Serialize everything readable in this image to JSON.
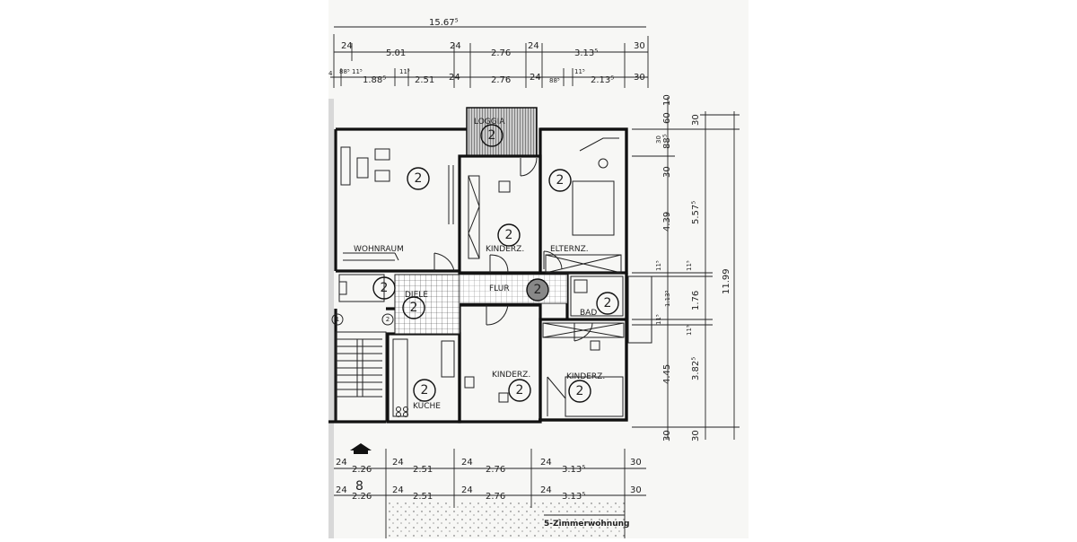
{
  "plan": {
    "title": "5-Zimmerwohnung",
    "staircase_number": "8",
    "unit_number": "2",
    "stair_marker_left": "1",
    "stair_marker_right": "2"
  },
  "rooms": [
    {
      "id": "wohnraum",
      "label": "WOHNRAUM",
      "number": "2"
    },
    {
      "id": "loggia",
      "label": "LOGGIA",
      "number": "2"
    },
    {
      "id": "kinderz-1",
      "label": "KINDERZ.",
      "number": "2"
    },
    {
      "id": "elternz",
      "label": "ELTERNZ.",
      "number": "2"
    },
    {
      "id": "flur",
      "label": "FLUR",
      "number": "2"
    },
    {
      "id": "bad",
      "label": "BAD",
      "number": "2"
    },
    {
      "id": "diele",
      "label": "DIELE",
      "number": "2"
    },
    {
      "id": "wc",
      "label": "",
      "number": "2"
    },
    {
      "id": "kueche",
      "label": "KÜCHE",
      "number": "2"
    },
    {
      "id": "kinderz-2",
      "label": "KINDERZ.",
      "number": "2"
    },
    {
      "id": "kinderz-3",
      "label": "KINDERZ.",
      "number": "2"
    }
  ],
  "dimensions": {
    "overall_width": "15.67⁵",
    "top_row_1": [
      "24",
      "5.01",
      "24",
      "2.76",
      "24",
      "3.13⁵",
      "30"
    ],
    "top_row_2": [
      "4",
      "88⁵",
      "11⁵",
      "1.88⁵",
      "11⁵",
      "2.51",
      "24",
      "2.76",
      "24",
      "88⁵",
      "11⁵",
      "2.13⁵",
      "30"
    ],
    "right_inner": [
      "10",
      "60",
      "30",
      "88⁵",
      "30",
      "4.39",
      "11⁵",
      "1.13⁵",
      "11⁵",
      "4.45",
      "30"
    ],
    "right_middle": [
      "30",
      "5.57⁵",
      "11⁵",
      "1.76",
      "11⁵",
      "3.82⁵",
      "30"
    ],
    "right_overall": "11.99",
    "bottom_row_1": [
      "24",
      "2.26",
      "24",
      "2.51",
      "24",
      "2.76",
      "24",
      "3.13⁵",
      "30"
    ],
    "bottom_row_2": [
      "24",
      "2.26",
      "24",
      "2.51",
      "24",
      "2.76",
      "24",
      "3.13⁵",
      "30"
    ]
  }
}
